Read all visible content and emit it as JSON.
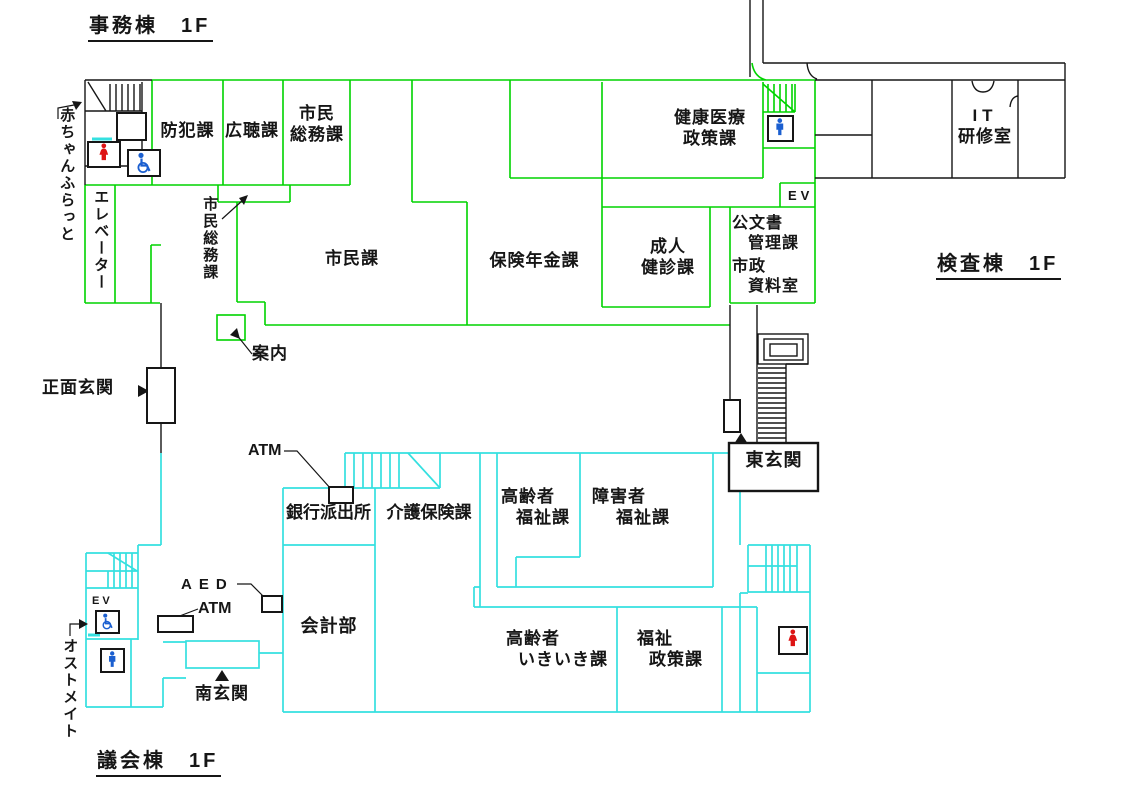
{
  "colors": {
    "office_wall": "#00d400",
    "council_wall": "#35e0e0",
    "ink": "#161616",
    "restroom_red": "#dd1414",
    "restroom_blue": "#1b5fd0"
  },
  "office": {
    "title": "事務棟　1F",
    "rooms": {
      "bohan": "防犯課",
      "kocho": "広聴課",
      "shimin_somu_1": "市民",
      "shimin_somu_2": "総務課",
      "kenko_1": "健康医療",
      "kenko_2": "政策課",
      "shimin": "市民課",
      "hoken": "保険年金課",
      "seijin_1": "成人",
      "seijin_2": "健診課",
      "kobunsho_1": "公文書",
      "kobunsho_2": "管理課",
      "shisei_1": "市政",
      "shisei_2": "資料室"
    },
    "labels": {
      "elevator": "エレベーター",
      "akachan": "赤ちゃんふらっと",
      "shimin_somu_v": "市民総務課",
      "annai": "案内",
      "shomen": "正面玄関",
      "ev": "EV"
    }
  },
  "inspection": {
    "title": "検査棟　1F",
    "rooms": {
      "it_1": "IT",
      "it_2": "研修室"
    },
    "labels": {
      "higashi": "東玄関"
    }
  },
  "council": {
    "title": "議会棟　1F",
    "rooms": {
      "ginko": "銀行派出所",
      "kaigo": "介護保険課",
      "korei_1": "高齢者",
      "korei_2": "福祉課",
      "shogai_1": "障害者",
      "shogai_2": "福祉課",
      "kaikei": "会計部",
      "ikiiki_1": "高齢者",
      "ikiiki_2": "いきいき課",
      "fukushi_1": "福祉",
      "fukushi_2": "政策課"
    },
    "labels": {
      "atm_bank": "ATM",
      "aed": "AED",
      "atm_south": "ATM",
      "minami": "南玄関",
      "ostomate": "オストメイト",
      "ev": "EV"
    }
  },
  "icons": {
    "stairs": "stairs-icon",
    "elevator": "elevator-icon",
    "restroom_female": "restroom-female-icon",
    "restroom_male": "restroom-male-icon",
    "wheelchair": "accessible-restroom-icon",
    "entrance_marker": "entrance-triangle-marker"
  }
}
